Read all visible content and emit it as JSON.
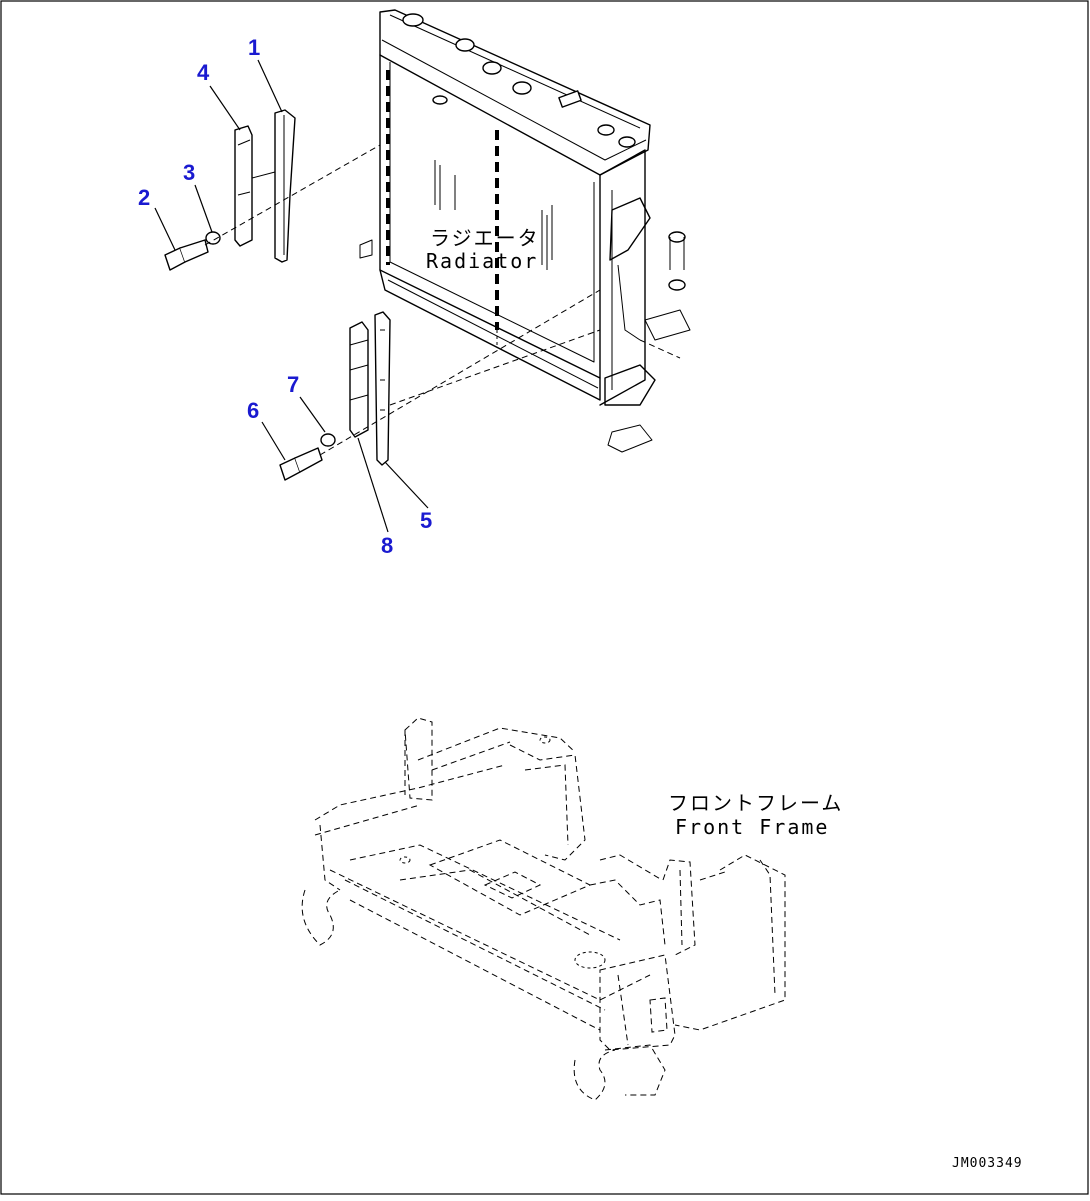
{
  "labels": {
    "radiator_jp": "ラジエータ",
    "radiator_en": "Radiator",
    "front_frame_jp": "フロントフレーム",
    "front_frame_en": "Front Frame",
    "drawing_code": "JM003349"
  },
  "callouts": [
    "1",
    "2",
    "3",
    "4",
    "5",
    "6",
    "7",
    "8"
  ],
  "colors": {
    "callout": "#1a1ad0",
    "line": "#000000",
    "background": "#ffffff"
  }
}
